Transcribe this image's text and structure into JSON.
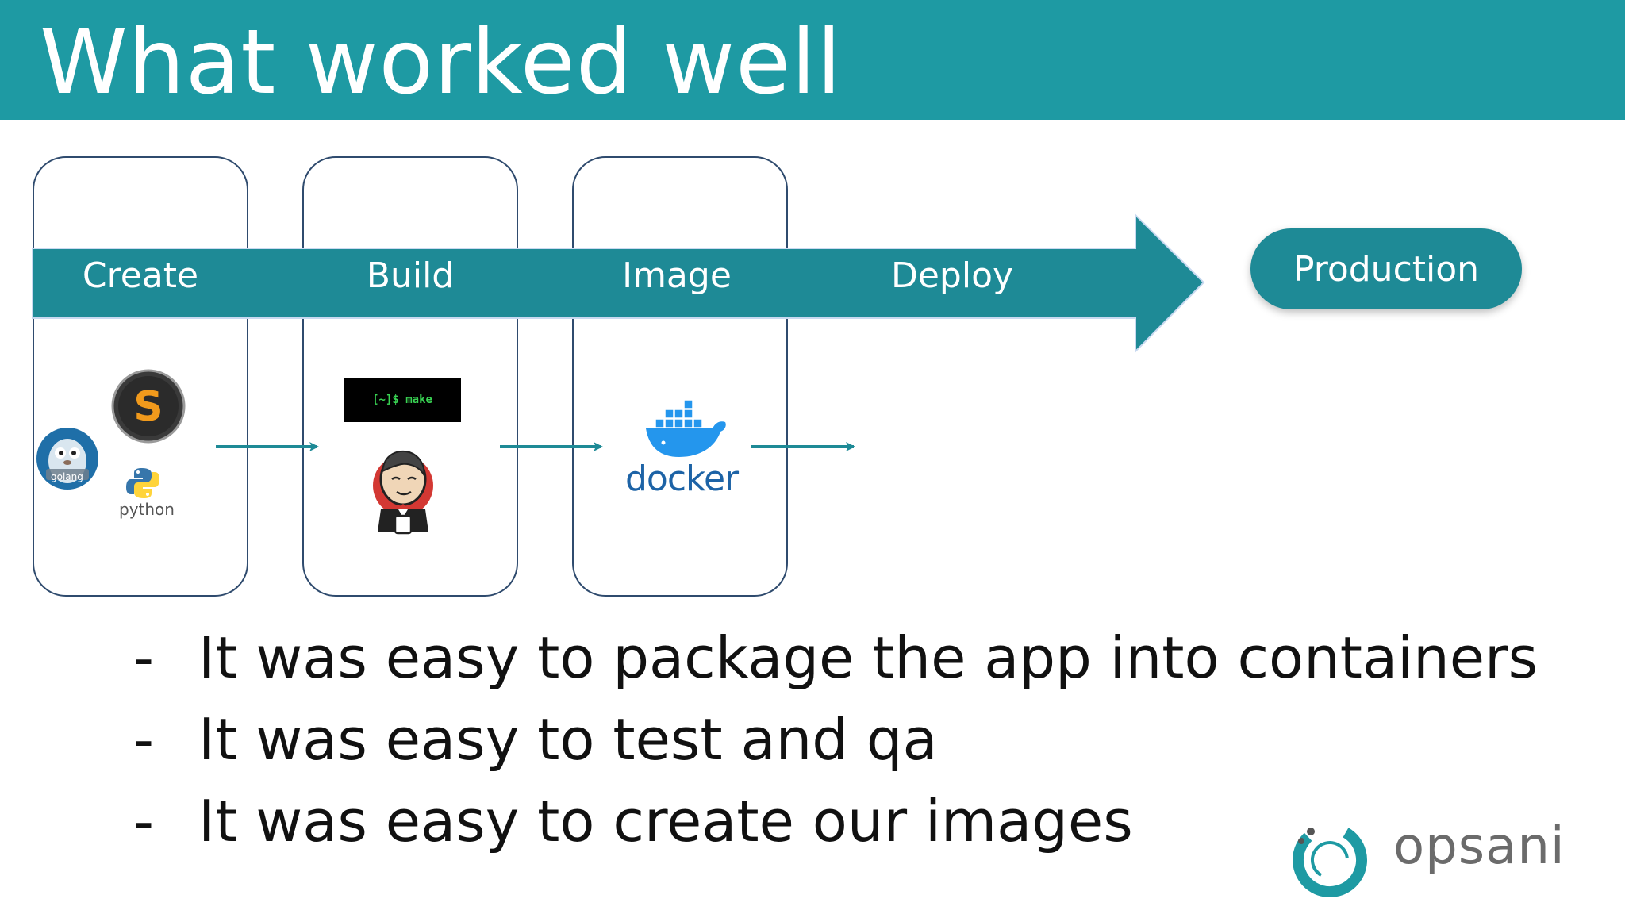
{
  "slide": {
    "title": "What worked well"
  },
  "pipeline": {
    "steps": [
      {
        "label": "Create"
      },
      {
        "label": "Build"
      },
      {
        "label": "Image"
      },
      {
        "label": "Deploy"
      }
    ],
    "destination": "Production"
  },
  "tools": {
    "create": {
      "icons": [
        "sublime-text-icon",
        "golang-gopher-icon",
        "python-icon"
      ],
      "golang_label": "golang",
      "python_label": "python"
    },
    "build": {
      "icons": [
        "terminal-icon",
        "jenkins-icon"
      ],
      "terminal_text": "[~]$ make"
    },
    "image": {
      "icons": [
        "docker-whale-icon"
      ],
      "docker_label": "docker"
    }
  },
  "bullets": [
    {
      "dash": "-",
      "text": "It was easy to package the app into containers"
    },
    {
      "dash": "-",
      "text": "It was easy to test and qa"
    },
    {
      "dash": "-",
      "text": "It was easy to create our images"
    }
  ],
  "brand": {
    "name": "opsani",
    "icon": "opsani-ring-icon"
  },
  "colors": {
    "header": "#1e9aa3",
    "arrow": "#1e8a96",
    "production_pill": "#1e8a96",
    "stage_border": "#2f4b6e",
    "small_arrow": "#1e8a96",
    "docker": "#1d63a6"
  }
}
